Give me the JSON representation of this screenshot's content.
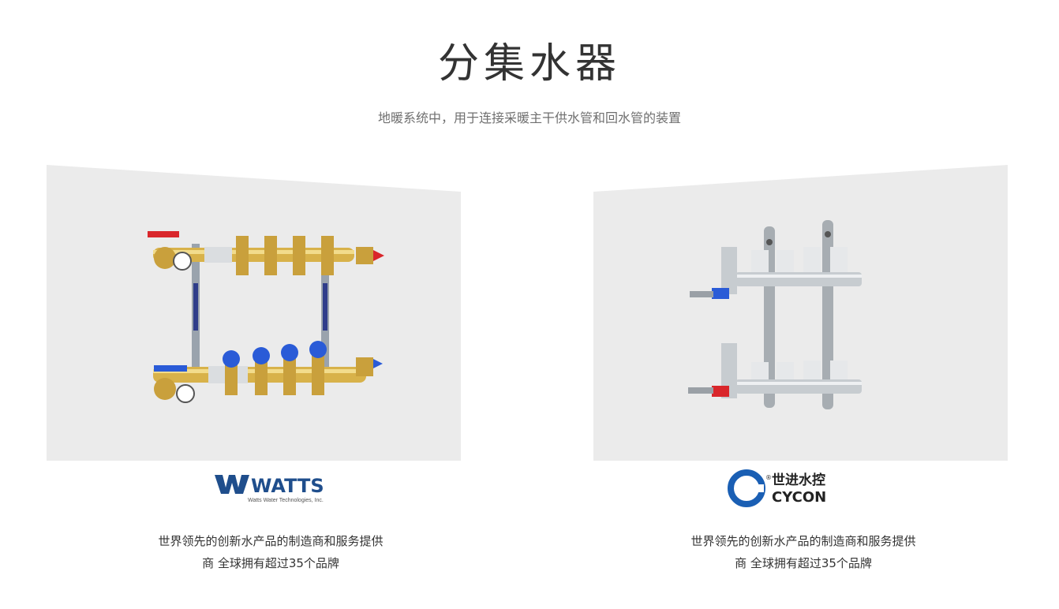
{
  "header": {
    "title": "分集水器",
    "subtitle": "地暖系统中，用于连接采暖主干供水管和回水管的装置"
  },
  "brands": [
    {
      "name": "WATTS",
      "tagline": "Watts Water Technologies, Inc.",
      "description_line1": "世界领先的创新水产品的制造商和服务提供",
      "description_line2": "商 全球拥有超过35个品牌",
      "logo_color": "#1f4e8c",
      "product_icon": "brass-manifold-icon"
    },
    {
      "name_cn": "世进水控",
      "name_en": "CYCON",
      "logo_mark": "®",
      "description_line1": "世界领先的创新水产品的制造商和服务提供",
      "description_line2": "商 全球拥有超过35个品牌",
      "logo_color": "#1a5fb4",
      "product_icon": "steel-manifold-icon"
    }
  ],
  "colors": {
    "panel_bg": "#ebebeb",
    "title": "#333333",
    "subtitle": "#6f6f6f",
    "brass": "#d8b24a",
    "valve_blue": "#2a5bd7",
    "valve_red": "#d9262b"
  }
}
